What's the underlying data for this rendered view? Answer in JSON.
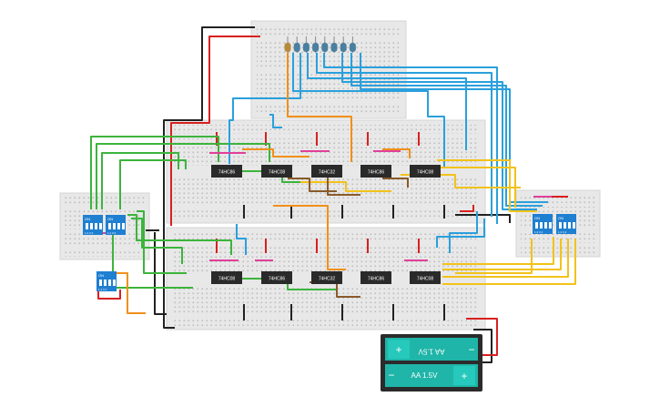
{
  "circuit": {
    "chips": {
      "top_row": [
        "74HC86",
        "74HC08",
        "74HC32",
        "74HC86",
        "74HC08"
      ],
      "bottom_row": [
        "74HC08",
        "74HC86",
        "74HC32",
        "74HC86",
        "74HC08"
      ]
    },
    "dip_switch_label": "ON",
    "dip_numbers": "1 2 3 4",
    "led_count": 8,
    "battery": {
      "cell_top_label": "AA 1.5V",
      "cell_bottom_label": "AA 1.5V",
      "plus": "+",
      "minus": "−"
    },
    "colors": {
      "board": "#e8e8e8",
      "chip": "#2a2a2a",
      "dip": "#1f7fd1",
      "battery_case": "#2b2b2b",
      "battery_cell": "#1fb5a8",
      "led": "#4a7fa0",
      "wire_red": "#d82020",
      "wire_black": "#222222",
      "wire_green": "#3cb43c",
      "wire_blue": "#2aa0dc",
      "wire_yellow": "#f2c21a",
      "wire_orange": "#f0901a",
      "wire_brown": "#8a5a2a",
      "wire_pink": "#e0409a"
    }
  }
}
